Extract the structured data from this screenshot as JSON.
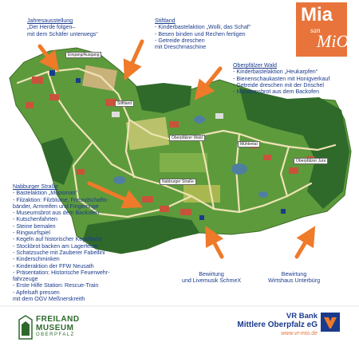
{
  "colors": {
    "text_blue": "#1a3a8c",
    "arrow_orange": "#ee7a2a",
    "meadow": "#5d9a3c",
    "forest": "#2f6a2a",
    "path": "#efe3b6",
    "logo_orange": "#e8743b",
    "museum_green": "#2d6a2a"
  },
  "logo_mia": {
    "line1": "Mia",
    "line2": "san",
    "line3": "MiO"
  },
  "annotations": {
    "jahresausstellung": {
      "title": "Jahresausstellung",
      "lines": [
        "„Der Herde folgen–",
        "mit dem Schäfer unterwegs“"
      ]
    },
    "stiftland": {
      "title": "Stiftland",
      "lines": [
        "- Kinderbastelaktion „Wolli, das Schaf“",
        "- Besen binden und Rechen fertigen",
        "- Getreide dreschen",
        "  mit Dreschmaschine"
      ]
    },
    "oberpfaelzer_wald": {
      "title": "Oberpfälzer Wald",
      "lines": [
        "- Kinderbastelaktion „Heukarpfen“",
        "- Bienenschaukasten mit Honigverkauf",
        "- Getreide dreschen mit der Drischel",
        "- Museumsbrot aus dem Backofen"
      ]
    },
    "nabburger_strasse": {
      "title": "Nabburger Straße",
      "lines": [
        "- Bastelaktion „Mopsman“",
        "- Filzaktion: Filzblume, Freundschafts-",
        "  bänder, Armreifen und Fingerringe",
        "- Museumsbrot aus dem Backofen",
        "- Kutschenfahrten",
        "- Steine bemalen",
        "- Ringwurfspiel",
        "- Kegeln auf historischer Kegelbahn",
        "- Stockbrot backen am Lagerfeuer",
        "- Schatzsuche mit Zauberer Fabellini",
        "- Kinderschminken",
        "- Kinderaktion der FFW Neusath",
        "- Präsentation: Historische Feuerwehr-",
        "  fahrzeuge",
        "- Erste Hilfe Station: Rescue-Train",
        "- Apfelsaft pressen",
        "  mit dem OGV Meßnerskreith"
      ]
    },
    "bewirtung_schmex": {
      "lines": [
        "Bewirtung",
        "und Livemusik SchmeX"
      ]
    },
    "bewirtung_unterbuerg": {
      "lines": [
        "Bewirtung",
        "Wirtshaus Unterbürg"
      ]
    }
  },
  "map_labels": {
    "eingang": "Eingang/Ausgang",
    "stiftland": "Stiftland",
    "oberpfaelzer_wald": "Oberpfälzer Wald",
    "muehlental": "Mühlental",
    "oberpfaelzer_jura": "Oberpfälzer Jura",
    "nabburger_strasse": "Nabburger Straße"
  },
  "museum_logo": {
    "line1": "FREILAND",
    "line2": "MUSEUM",
    "line3": "OBERPFALZ"
  },
  "bank": {
    "line1": "VR Bank",
    "line2": "Mittlere Oberpfalz eG",
    "url": "www.vr-mio.de"
  }
}
